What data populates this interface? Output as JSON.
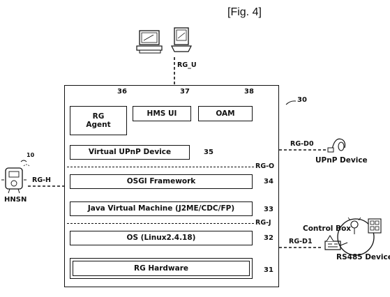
{
  "figure_label": "[Fig. 4]",
  "interfaces": {
    "rg_u": "RG_U",
    "rg_h": "RG-H",
    "rg_d0": "RG-D0",
    "rg_o": "RG-O",
    "rg_j": "RG-J",
    "rg_d1": "RG-D1"
  },
  "refs": {
    "gateway": "30",
    "rg_hardware": "31",
    "os": "32",
    "jvm": "33",
    "osgi": "34",
    "virtual_upnp": "35",
    "rg_agent": "36",
    "hms_ui": "37",
    "oam": "38",
    "hnsn": "10"
  },
  "blocks": {
    "rg_agent_line1": "RG",
    "rg_agent_line2": "Agent",
    "hms_ui": "HMS UI",
    "oam": "OAM",
    "virtual_upnp": "Virtual UPnP Device",
    "osgi": "OSGI Framework",
    "jvm": "Java Virtual Machine (J2ME/CDC/FP)",
    "os": "OS (Linux2.4.18)",
    "rg_hardware": "RG Hardware"
  },
  "external": {
    "hnsn": "HNSN",
    "upnp_device": "UPnP Device",
    "control_box": "Control Box",
    "rs485_device": "RS485 Device"
  }
}
